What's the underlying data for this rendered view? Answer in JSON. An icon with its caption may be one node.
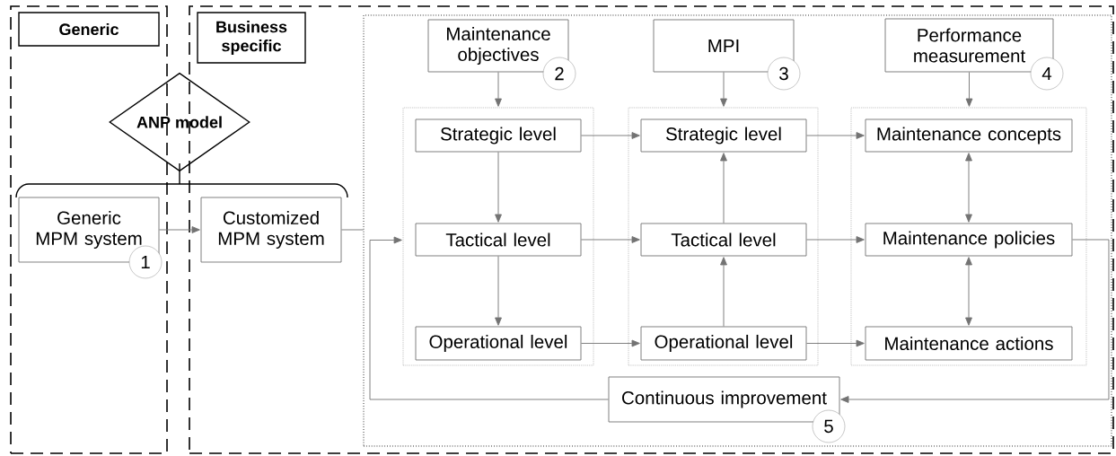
{
  "diagram": {
    "nodes": [
      {
        "text": [
          "Generic"
        ]
      },
      {
        "text": [
          "Business specific"
        ]
      },
      {
        "text": [],
        "shape": "box",
        "in": 1
      },
      {
        "text": [
          "ANP model"
        ]
      },
      {
        "text": [
          "Generic MPM system"
        ],
        "beside": [
          "1"
        ],
        "in": 0
      },
      {
        "text": [
          "Customized MPM system"
        ],
        "in": 1
      },
      {
        "text": [
          "Maintenance objectives"
        ],
        "beside": [
          "2"
        ],
        "in": 2
      },
      {
        "text": [
          "MPI"
        ],
        "beside": [
          "3"
        ],
        "in": 2
      },
      {
        "text": [
          "Performance measurement"
        ],
        "beside": [
          "4"
        ],
        "in": 2
      },
      {
        "text": [],
        "shape": "box",
        "in": 2
      },
      {
        "text": [],
        "shape": "box",
        "in": 2
      },
      {
        "text": [],
        "shape": "box",
        "in": 2
      },
      {
        "text": [
          "Strategic level"
        ],
        "in": 9
      },
      {
        "text": [
          "Tactical level"
        ],
        "in": 9
      },
      {
        "text": [
          "Operational level"
        ],
        "in": 9
      },
      {
        "text": [
          "Strategic level"
        ],
        "in": 10
      },
      {
        "text": [
          "Tactical level"
        ],
        "in": 10
      },
      {
        "text": [
          "Operational level"
        ],
        "in": 10
      },
      {
        "text": [
          "Maintenance concepts"
        ],
        "in": 11
      },
      {
        "text": [
          "Maintenance policies"
        ],
        "in": 11
      },
      {
        "text": [
          "Maintenance actions"
        ],
        "in": 11
      },
      {
        "text": [
          "Continuous improvement"
        ],
        "beside": [
          "5"
        ],
        "in": 2
      }
    ],
    "edges": [
      {
        "from": 4,
        "to": 5,
        "arrow": "to"
      },
      {
        "from": 5,
        "to": 2,
        "arrow": "none"
      },
      {
        "from": 6,
        "to": 9,
        "arrow": "to"
      },
      {
        "from": 7,
        "to": 10,
        "arrow": "to"
      },
      {
        "from": 8,
        "to": 11,
        "arrow": "to"
      },
      {
        "from": 12,
        "to": 13,
        "arrow": "to"
      },
      {
        "from": 13,
        "to": 14,
        "arrow": "to"
      },
      {
        "from": 17,
        "to": 16,
        "arrow": "to"
      },
      {
        "from": 16,
        "to": 15,
        "arrow": "to"
      },
      {
        "from": 12,
        "to": 15,
        "arrow": "to"
      },
      {
        "from": 13,
        "to": 16,
        "arrow": "to"
      },
      {
        "from": 14,
        "to": 17,
        "arrow": "to"
      },
      {
        "from": 15,
        "to": 18,
        "arrow": "to"
      },
      {
        "from": 16,
        "to": 19,
        "arrow": "to"
      },
      {
        "from": 17,
        "to": 20,
        "arrow": "to"
      },
      {
        "from": 18,
        "to": 19,
        "arrow": "both"
      },
      {
        "from": 19,
        "to": 20,
        "arrow": "both"
      },
      {
        "from": 19,
        "to": 21,
        "arrow": "to"
      },
      {
        "from": 21,
        "to": 9,
        "arrow": "to"
      }
    ]
  }
}
